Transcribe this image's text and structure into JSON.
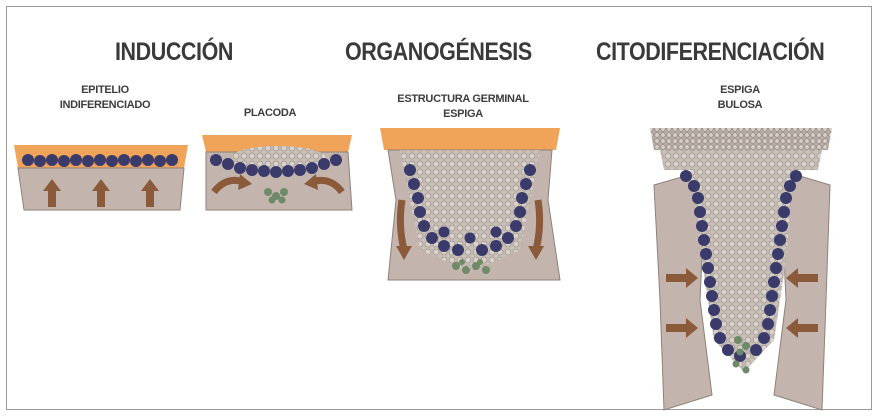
{
  "stages": {
    "induction": "INDUCCIÓN",
    "organogenesis": "ORGANOGÉNESIS",
    "cytodifferentiation": "CITODIFERENCIACIÓN"
  },
  "labels": {
    "undifferentiated_epithelium": [
      "EPITELIO",
      "INDIFERENCIADO"
    ],
    "placode": "PLACODA",
    "germinal_structure": [
      "ESTRUCTURA GERMINAL",
      "ESPIGA"
    ],
    "bulbous_spike": [
      "ESPIGA",
      "BULOSA"
    ]
  },
  "colors": {
    "epithelium_surface": "#f0a45a",
    "basal_cells": "#3b3b6b",
    "stellate_core": "#bdb3ab",
    "mesenchyme": "#c3b5ae",
    "arrow": "#8a5a3a",
    "dental_papilla": "#6f8a68"
  }
}
